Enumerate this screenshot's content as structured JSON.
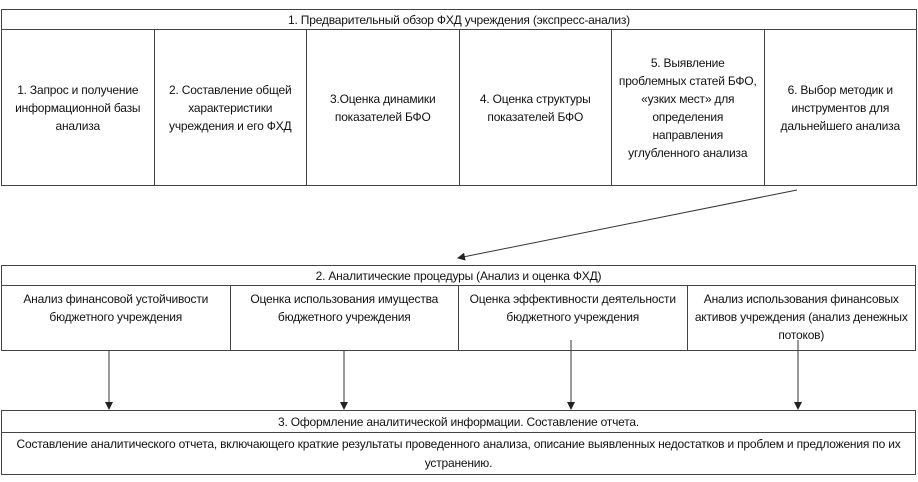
{
  "stage1": {
    "title": "1. Предварительный обзор ФХД учреждения (экспресс-анализ)",
    "steps": [
      "1. Запрос и получение информационной базы анализа",
      "2. Составление общей характеристики учреждения и его ФХД",
      "3.Оценка динамики показателей БФО",
      "4. Оценка структуры показателей БФО",
      "5. Выявление проблемных статей БФО, «узких мест» для определения направления углубленного анализа",
      "6. Выбор методик и инструментов для дальнейшего анализа"
    ]
  },
  "stage2": {
    "title": "2. Аналитические процедуры (Анализ и оценка ФХД)",
    "steps": [
      "Анализ финансовой устойчивости бюджетного учреждения",
      "Оценка использования имущества бюджетного учреждения",
      "Оценка эффективности деятельности бюджетного учреждения",
      "Анализ использования финансовых активов учреждения (анализ денежных потоков)"
    ]
  },
  "stage3": {
    "title": "3. Оформление аналитической информации. Составление отчета.",
    "description": "Составление аналитического отчета, включающего краткие результаты проведенного анализа, описание выявленных недостатков и проблем и предложения по их устранению."
  }
}
